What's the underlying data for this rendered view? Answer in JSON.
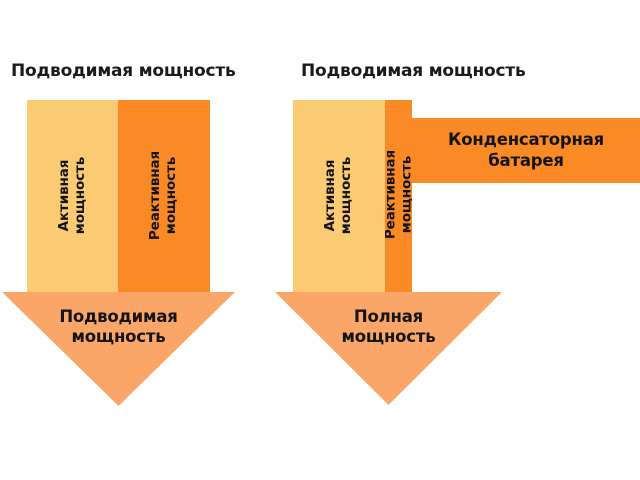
{
  "colors": {
    "background": "#ffffff",
    "active_power": "#fbcb74",
    "reactive_power": "#f98a25",
    "capacitor": "#f98a25",
    "arrow": "#f9a668",
    "text": "#141414"
  },
  "left_diagram": {
    "title": "Подводимая мощность",
    "segments": [
      {
        "name": "active-power",
        "line1": "Активная",
        "line2": "мощность",
        "color": "#fbcb74"
      },
      {
        "name": "reactive-power",
        "line1": "Реактивная",
        "line2": "мощность",
        "color": "#f98a25"
      }
    ],
    "arrow": {
      "line1": "Подводимая",
      "line2": "мощность",
      "color": "#f9a668"
    }
  },
  "right_diagram": {
    "title": "Подводимая мощность",
    "segments": [
      {
        "name": "active-power",
        "line1": "Активная",
        "line2": "мощность",
        "color": "#fbcb74"
      },
      {
        "name": "reactive-power",
        "line1": "Реактивная",
        "line2": "мощность",
        "color": "#f98a25"
      }
    ],
    "capacitor": {
      "line1": "Конденсаторная",
      "line2": "батарея",
      "color": "#f98a25"
    },
    "arrow": {
      "line1": "Полная",
      "line2": "мощность",
      "color": "#f9a668"
    }
  }
}
